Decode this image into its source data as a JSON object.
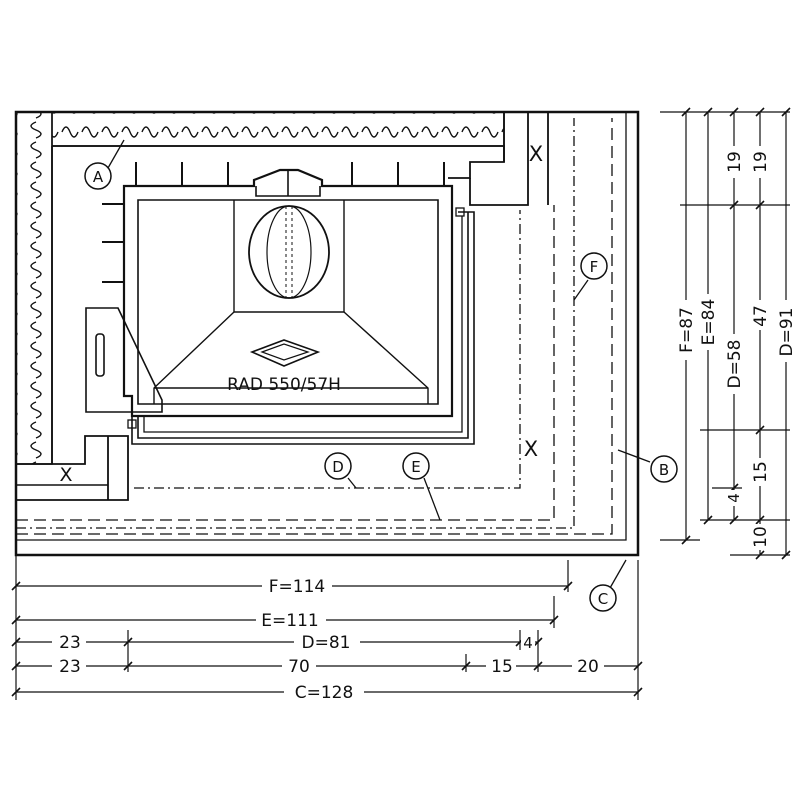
{
  "model_label": "RAD 550/57H",
  "callouts": {
    "a": "A",
    "b": "B",
    "c": "C",
    "d": "D",
    "e": "E",
    "f": "F"
  },
  "cross_marks": {
    "upper_right": "X",
    "lower_right": "X",
    "lower_left": "X"
  },
  "horizontal_dims": {
    "f_total": "F=114",
    "e_total": "E=111",
    "d_left": "23",
    "d_total": "D=81",
    "d_right": "4",
    "c_left": "23",
    "c_mid": "70",
    "c_mid_right": "15",
    "c_right": "20",
    "c_total": "C=128"
  },
  "vertical_dims": {
    "f_total": "F=87",
    "e_total": "E=84",
    "d_total": "D=58",
    "d_top": "19",
    "d_full": "D=91",
    "b_top": "19",
    "b_mid": "47",
    "b_bottom": "15",
    "e_bottom": "4",
    "d_bottom": "10"
  }
}
